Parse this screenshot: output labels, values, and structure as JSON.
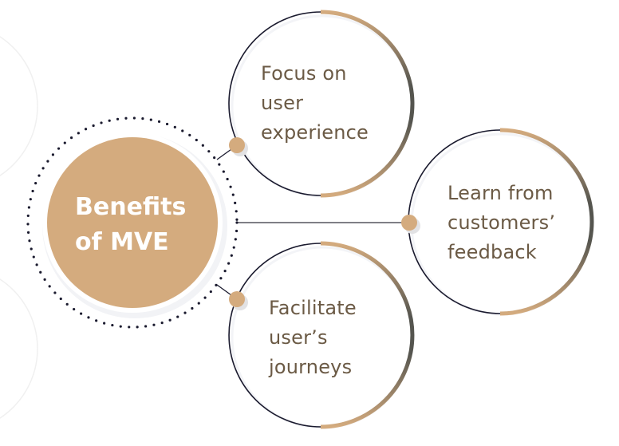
{
  "diagram": {
    "center": {
      "title": "Benefits\nof MVE"
    },
    "benefits": [
      {
        "id": "top",
        "label": "Focus on\nuser\nexperience"
      },
      {
        "id": "right",
        "label": "Learn from\ncustomers’\nfeedback"
      },
      {
        "id": "bottom",
        "label": "Facilitate\nuser’s\njourneys"
      }
    ],
    "colors": {
      "accent": "#d4ab7e",
      "text": "#6b5a45",
      "outline": "#1a1a2e",
      "arc_end": "#55554f",
      "dots": "#1a1a2e",
      "faint": "#f1f1f1",
      "shadow": "#f2f3f6"
    }
  }
}
